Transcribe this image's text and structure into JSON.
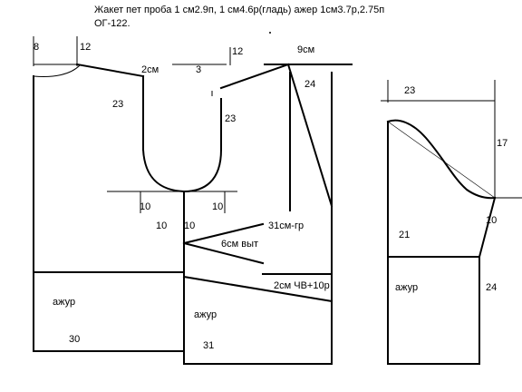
{
  "header": {
    "line1": "Жакет пет проба 1 см2.9п, 1 см4.6р(гладь) ажер 1см3.7р,2.75п",
    "line2": "ОГ-122."
  },
  "labels": {
    "l_8": "8",
    "l_12a": "12",
    "l_2cm": "2см",
    "l_3": "3",
    "l_12b": "12",
    "l_9cm": "9см",
    "l_24a": "24",
    "l_23a": "23",
    "l_23b": "23",
    "l_10a": "10",
    "l_10b": "10",
    "l_10c": "10",
    "l_10d": "10",
    "l_31gr": "31см-гр",
    "l_6vyt": "6см выт",
    "l_2chv": "2см ЧВ+10р",
    "l_azhur_left": "ажур",
    "l_30": "30",
    "l_azhur_mid": "ажур",
    "l_31": "31",
    "l_23c": "23",
    "l_17": "17",
    "l_10e": "10",
    "l_21": "21",
    "l_azhur_sleeve": "ажур",
    "l_24b": "24"
  }
}
